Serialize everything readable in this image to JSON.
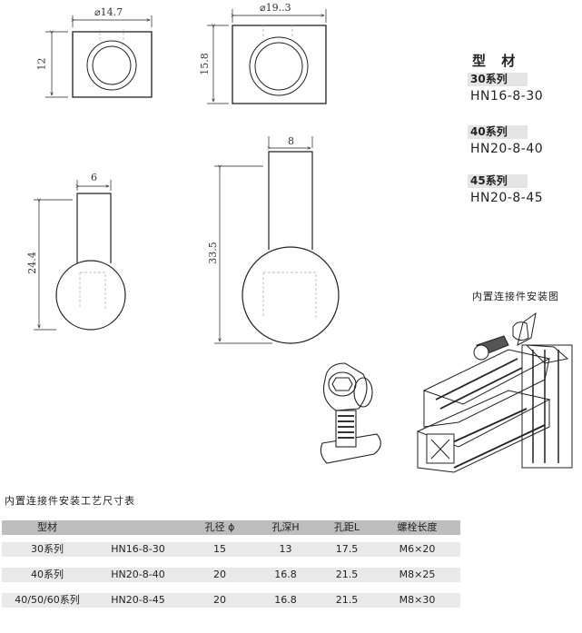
{
  "dimensions": {
    "d1_width": "⌀14.7",
    "d1_height": "12",
    "d2_width": "⌀19..3",
    "d2_height": "15.8",
    "d3_width": "6",
    "d3_height": "24.4",
    "d4_width": "8",
    "d4_height": "33.5"
  },
  "profiles": {
    "title": "型 材",
    "items": [
      {
        "series": "30系列",
        "model": "HN16-8-30"
      },
      {
        "series": "40系列",
        "model": "HN20-8-40"
      },
      {
        "series": "45系列",
        "model": "HN20-8-45"
      }
    ]
  },
  "install_caption": "内置连接件安装图",
  "table": {
    "title": "内置连接件安装工艺尺寸表",
    "headers": [
      "型材",
      "",
      "孔径 ϕ",
      "孔深H",
      "孔距L",
      "螺栓长度"
    ],
    "rows": [
      [
        "30系列",
        "HN16-8-30",
        "15",
        "13",
        "17.5",
        "M6×20"
      ],
      [
        "40系列",
        "HN20-8-40",
        "20",
        "16.8",
        "21.5",
        "M8×25"
      ],
      [
        "40/50/60系列",
        "HN20-8-45",
        "20",
        "16.8",
        "21.5",
        "M8×30"
      ]
    ]
  }
}
